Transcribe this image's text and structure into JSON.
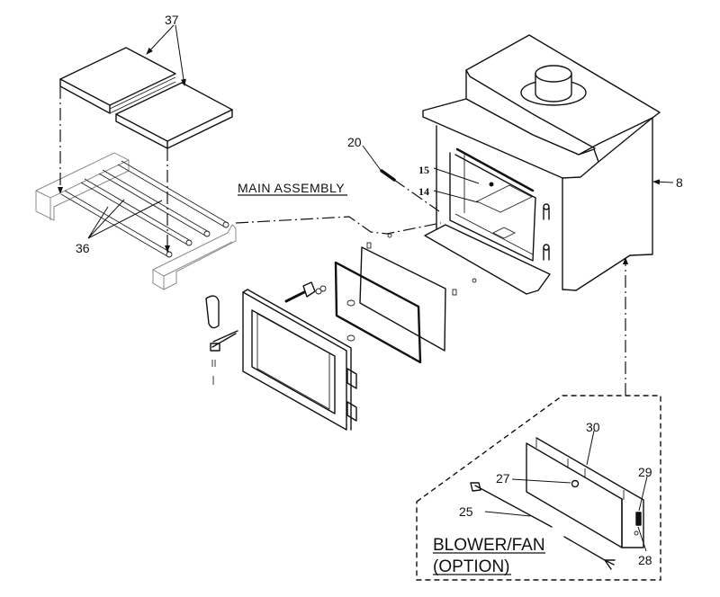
{
  "diagram": {
    "type": "exploded-parts-diagram",
    "subject": "wood stove insert",
    "titles": {
      "main_assembly": "MAIN ASSEMBLY",
      "blower_line1": "BLOWER/FAN",
      "blower_line2": "(OPTION)"
    },
    "callouts": {
      "p37": "37",
      "p36": "36",
      "p20": "20",
      "p15": "15",
      "p14": "14",
      "p8": "8",
      "p30": "30",
      "p27": "27",
      "p29": "29",
      "p25": "25",
      "p28": "28"
    },
    "colors": {
      "line": "#111111",
      "background": "#ffffff",
      "grey_line": "#8a8a8a"
    }
  }
}
